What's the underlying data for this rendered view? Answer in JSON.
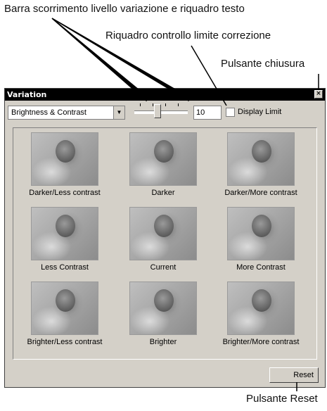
{
  "callouts": {
    "slider_textbox": "Barra scorrimento livello variazione e riquadro testo",
    "limit_checkbox": "Riquadro controllo limite correzione",
    "close_button": "Pulsante chiusura",
    "reset_button": "Pulsante Reset"
  },
  "window": {
    "title": "Variation",
    "close_glyph": "×",
    "mode_select": "Brightness & Contrast",
    "select_arrow": "▼",
    "level_value": "10",
    "display_limit_label": "Display Limit",
    "display_limit_checked": false,
    "reset_label": "Reset"
  },
  "variations": [
    "Darker/Less contrast",
    "Darker",
    "Darker/More contrast",
    "Less Contrast",
    "Current",
    "More Contrast",
    "Brighter/Less contrast",
    "Brighter",
    "Brighter/More contrast"
  ],
  "colors": {
    "window_bg": "#d4d0c8",
    "titlebar_bg": "#000000",
    "titlebar_text": "#ffffff"
  }
}
